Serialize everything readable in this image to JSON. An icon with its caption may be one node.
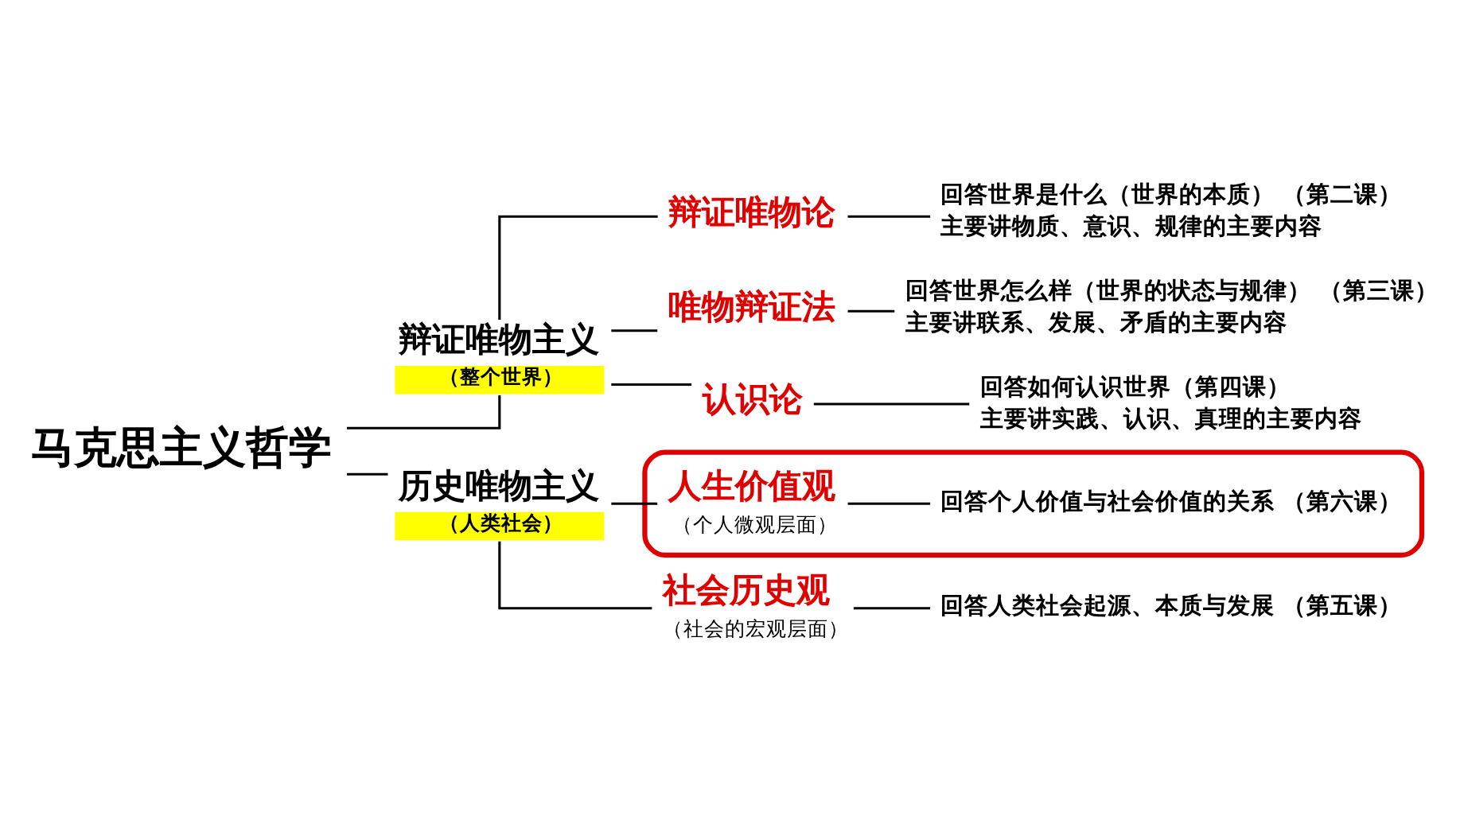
{
  "diagram": {
    "nodes": [
      {
        "text": [
          "马克思主义哲学"
        ]
      },
      {
        "text": [
          "辩证唯物主义",
          "（整个世界）"
        ]
      },
      {
        "text": [
          "辩证唯物论"
        ]
      },
      {
        "text": [
          "回答世界是什么（世界的本质） （第二课）",
          "主要讲物质、意识、规律的主要内容"
        ]
      },
      {
        "text": [
          "唯物辩证法"
        ]
      },
      {
        "text": [
          "回答世界怎么样（世界的状态与规律） （第三课）",
          "主要讲联系、发展、矛盾的主要内容"
        ]
      },
      {
        "text": [
          "认识论"
        ]
      },
      {
        "text": [
          "回答如何认识世界（第四课）",
          "主要讲实践、认识、真理的主要内容"
        ]
      },
      {
        "text": [
          "历史唯物主义",
          "（人类社会）"
        ]
      },
      {
        "text": [
          "社会历史观",
          "（社会的宏观层面）"
        ]
      },
      {
        "text": [
          "回答人类社会起源、本质与发展 （第五课）"
        ]
      },
      {
        "text": [],
        "shape": "box"
      },
      {
        "text": [
          "人生价值观",
          "（个人微观层面）"
        ],
        "in": 11
      },
      {
        "text": [
          "回答个人价值与社会价值的关系 （第六课）"
        ],
        "in": 11
      }
    ],
    "edges": [
      {
        "from": 0,
        "to": 1,
        "arrow": "none"
      },
      {
        "from": 0,
        "to": 8,
        "arrow": "none"
      },
      {
        "from": 1,
        "to": 2,
        "arrow": "none"
      },
      {
        "from": 1,
        "to": 4,
        "arrow": "none"
      },
      {
        "from": 1,
        "to": 6,
        "arrow": "none"
      },
      {
        "from": 2,
        "to": 3,
        "arrow": "none"
      },
      {
        "from": 4,
        "to": 5,
        "arrow": "none"
      },
      {
        "from": 6,
        "to": 7,
        "arrow": "none"
      },
      {
        "from": 8,
        "to": 9,
        "arrow": "none"
      },
      {
        "from": 8,
        "to": 12,
        "arrow": "none"
      },
      {
        "from": 9,
        "to": 10,
        "arrow": "none"
      },
      {
        "from": 12,
        "to": 13,
        "arrow": "none"
      }
    ]
  }
}
